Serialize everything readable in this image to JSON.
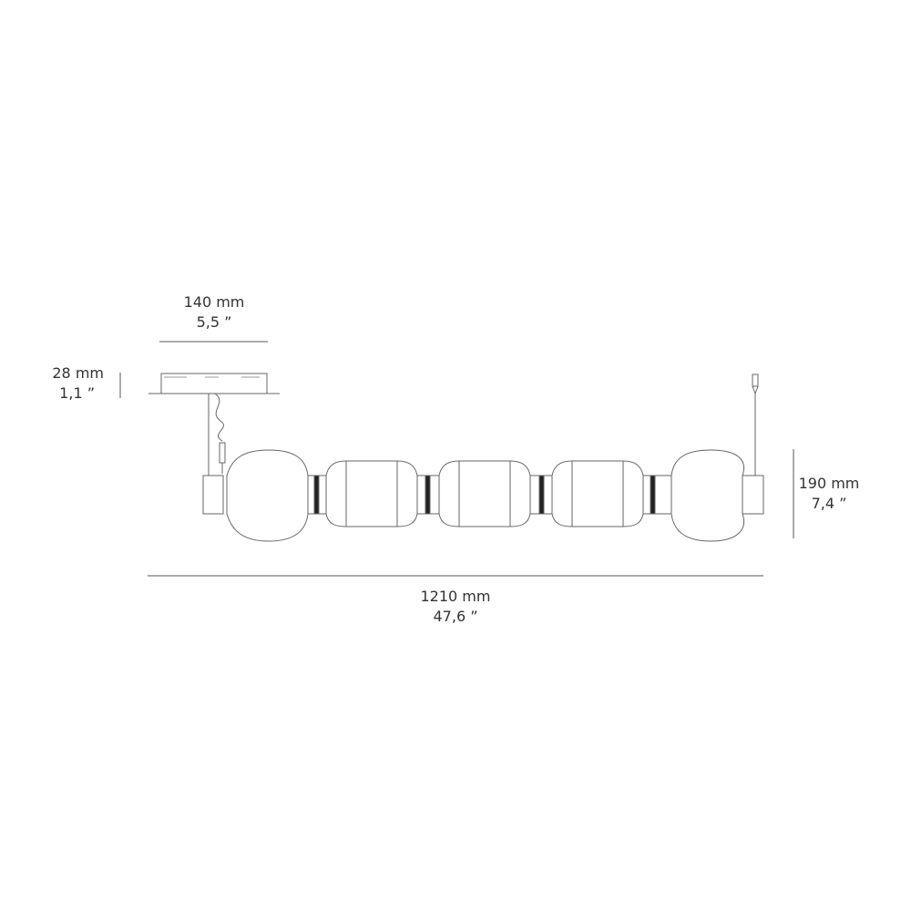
{
  "dimensions": {
    "canopy_width": {
      "metric": "140 mm",
      "imperial": "5,5 ”"
    },
    "canopy_height": {
      "metric": "28 mm",
      "imperial": "1,1 ”"
    },
    "body_height": {
      "metric": "190 mm",
      "imperial": "7,4 ”"
    },
    "total_length": {
      "metric": "1210 mm",
      "imperial": "47,6 ”"
    }
  },
  "colors": {
    "line": "#555555",
    "outline": "#666666",
    "dark_band": "#222222"
  }
}
